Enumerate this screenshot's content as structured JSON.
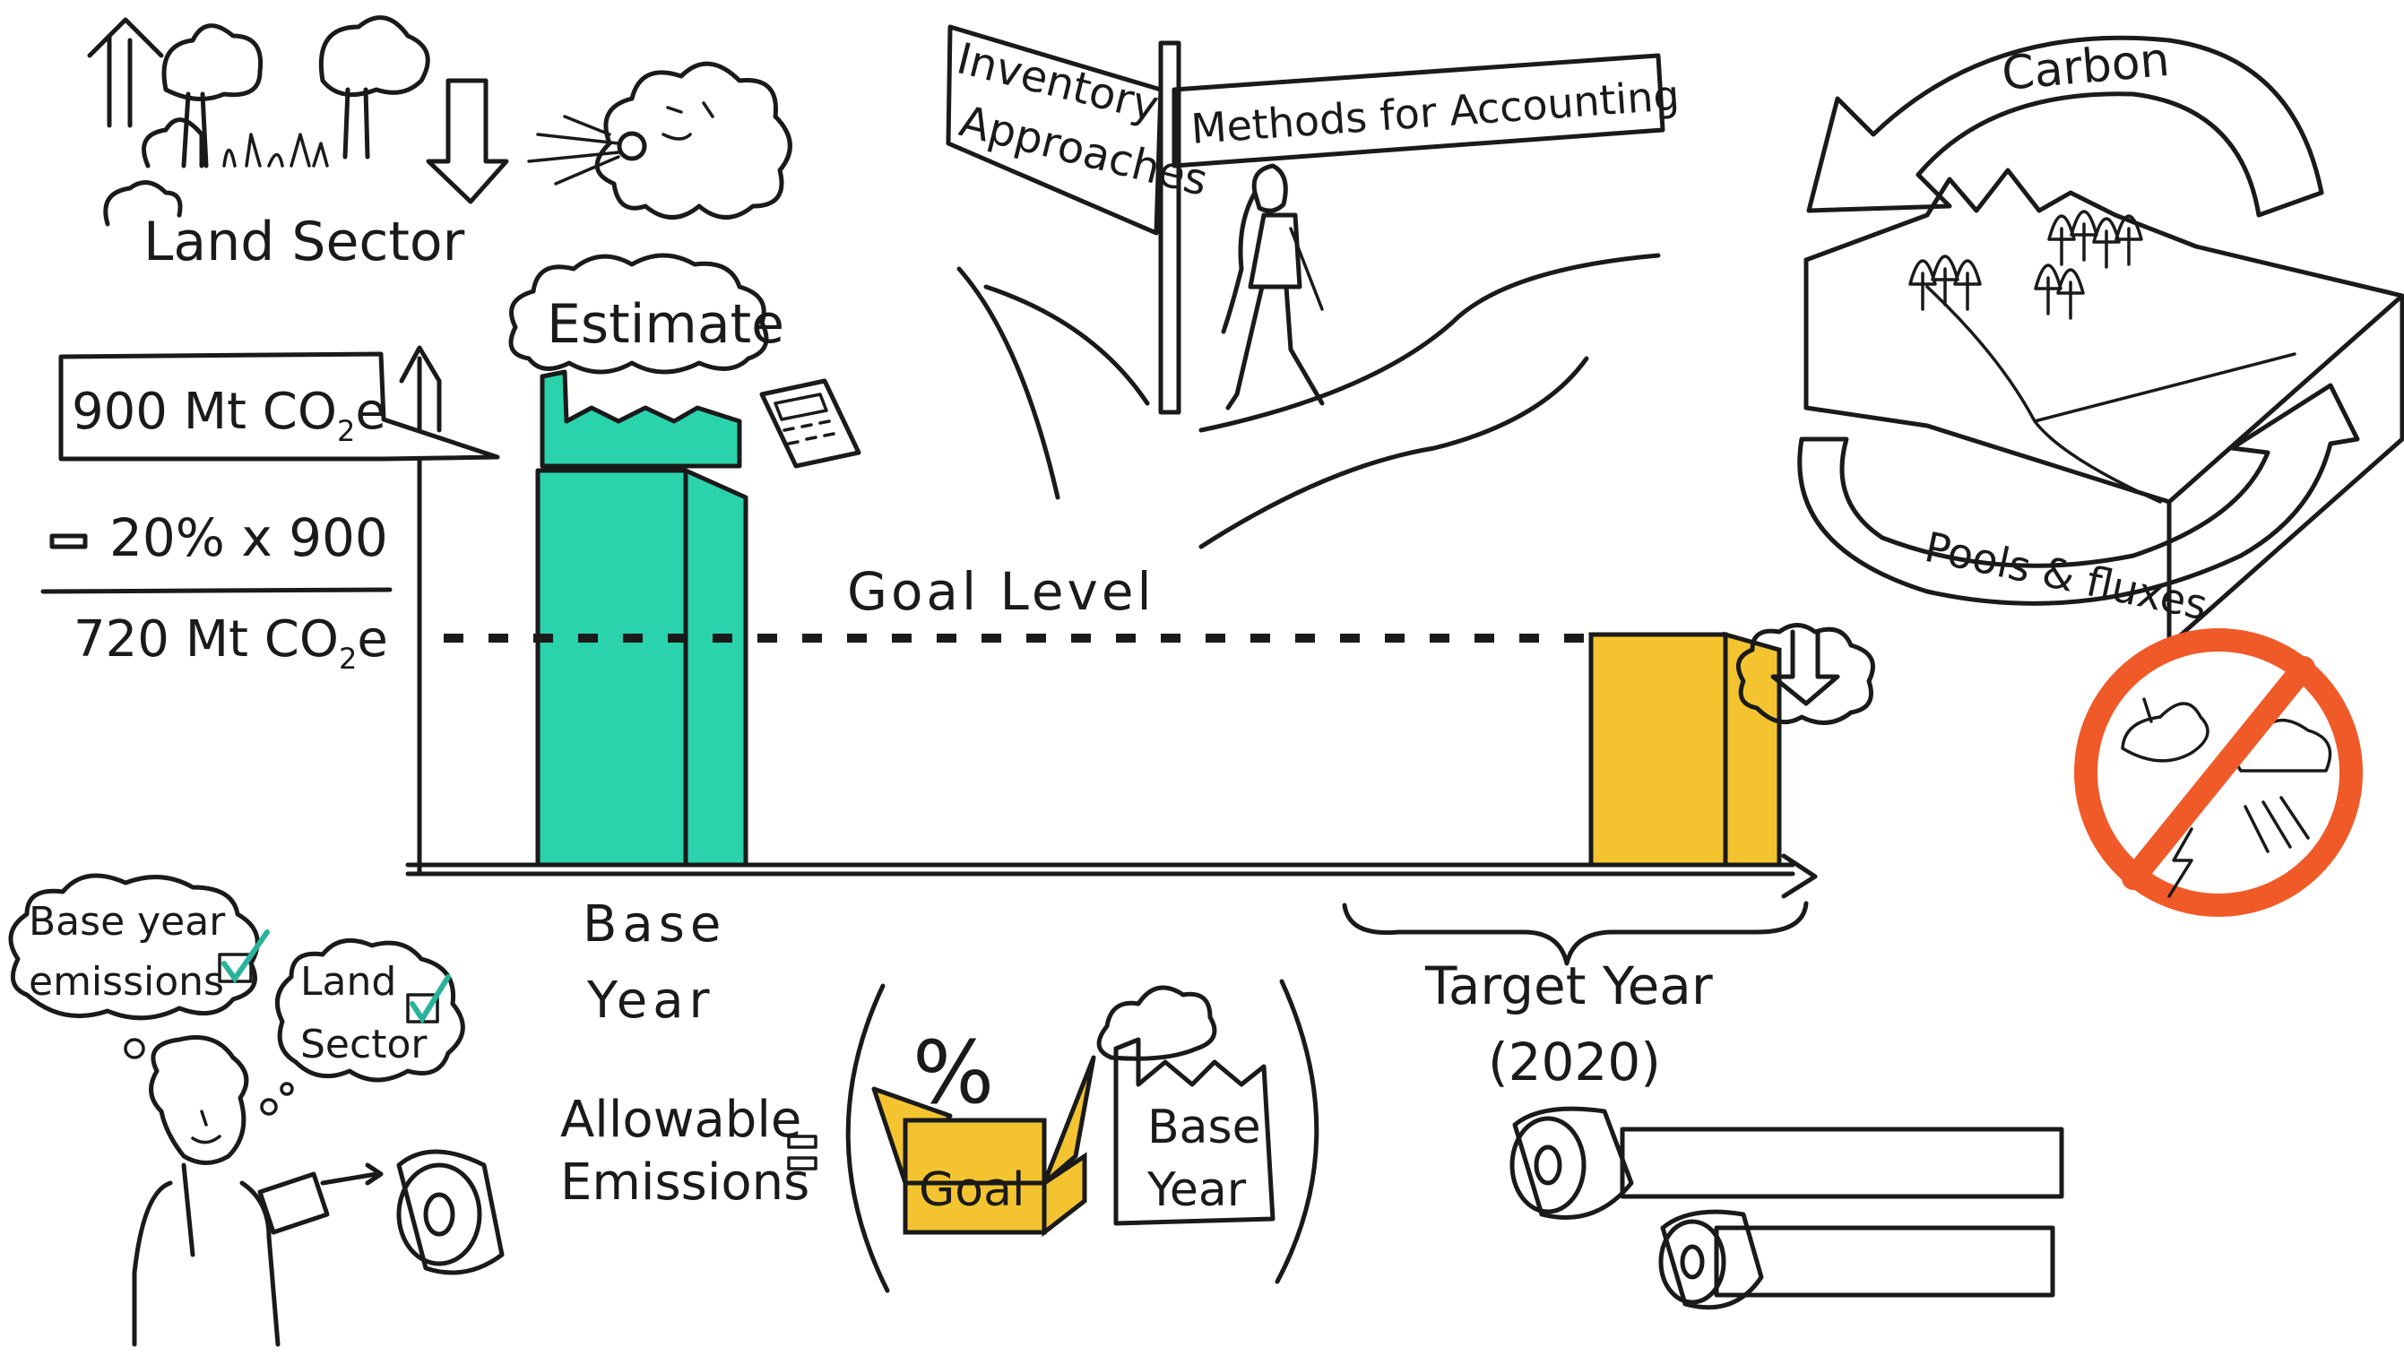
{
  "labels": {
    "land_sector": "Land Sector",
    "estimate": "Estimate",
    "inventory": "Inventory",
    "approaches": "Approaches",
    "methods": "Methods for Accounting",
    "carbon": "Carbon",
    "pools": "Pools & fluxes",
    "goal_level": "Goal Level",
    "base": "Base",
    "year": "Year",
    "target": "Target Year",
    "target_year": "(2020)",
    "base_thought_1": "Base year",
    "base_thought_2": "emissions",
    "land_thought_1": "Land",
    "land_thought_2": "Sector",
    "allowable_1": "Allowable",
    "allowable_2": "Emissions",
    "percent": "%",
    "goal_box": "Goal",
    "box_base": "Base",
    "box_year": "Year"
  },
  "math": {
    "base_value": "900 Mt CO",
    "co2e_sub": "2",
    "co2e_e": "e",
    "percent_line": "20% x 900",
    "result": "720 Mt CO"
  },
  "colors": {
    "teal": "#2ad3ac",
    "yellow": "#f4c430",
    "no_symbol": "#f05a28",
    "check": "#2ab39a",
    "ink": "#1a1a1a"
  }
}
